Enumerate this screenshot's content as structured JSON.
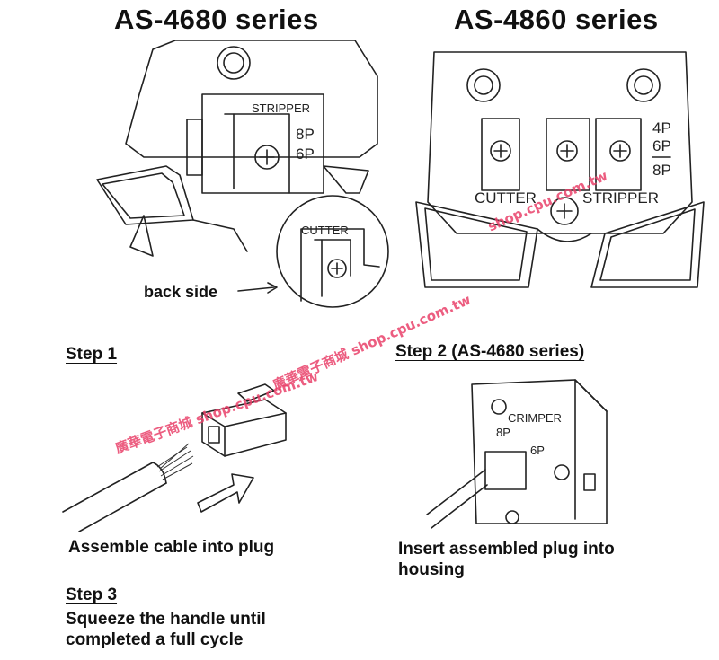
{
  "titles": {
    "left": "AS-4680 series",
    "right": "AS-4860 series"
  },
  "left_diagram": {
    "stripper_label": "STRIPPER",
    "label_8p": "8P",
    "label_6p": "6P",
    "cutter_label": "CUTTER",
    "back_side": "back side"
  },
  "right_diagram": {
    "label_4p": "4P",
    "label_6p": "6P",
    "label_8p": "8P",
    "cutter_label": "CUTTER",
    "stripper_label": "STRIPPER"
  },
  "steps": {
    "step1_heading": "Step 1",
    "step1_caption": "Assemble cable into plug",
    "step2_heading": "Step 2 (AS-4680 series)",
    "step2_caption": "Insert assembled plug into housing",
    "step3_heading": "Step 3",
    "step3_caption": "Squeeze the handle until completed a full cycle"
  },
  "step2_diagram": {
    "crimper_label": "CRIMPER",
    "label_8p": "8P",
    "label_6p": "6P"
  },
  "watermarks": {
    "diag_right": "shop.cpu.com.tw",
    "diag_mid": "廣華電子商城  shop.cpu.com.tw",
    "diag_left": "廣華電子商城  shop.cpu.com.tw"
  },
  "colors": {
    "watermark": "#e9416a",
    "ink": "#222222"
  }
}
